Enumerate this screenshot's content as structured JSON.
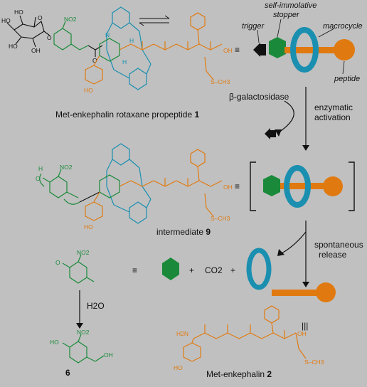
{
  "colors": {
    "background": "#c0c0c0",
    "sugar": "#111111",
    "linker": "#1a8a3a",
    "macrocycle": "#1a8fb0",
    "peptide": "#e07a10",
    "trigger": "#111111"
  },
  "top": {
    "caption": "Met-enkephalin rotaxane propeptide",
    "caption_num": "1",
    "sugar_atoms": {
      "ho1": "HO",
      "oh2": "OH",
      "ho3": "HO",
      "ho4": "HO",
      "o_ring": "O",
      "o_link": "O"
    },
    "no2": "NO2",
    "oh_acid": "OH",
    "sch3": "S–CH3",
    "ho_phenol": "HO",
    "n_atom": "N",
    "h_atom": "H",
    "o_atom": "O"
  },
  "schematic": {
    "trigger": "trigger",
    "stopper_line1": "self-immolative",
    "stopper_line2": "stopper",
    "macrocycle": "macrocycle",
    "peptide": "peptide",
    "equiv": "≡"
  },
  "arrows": {
    "enzyme": "β-galactosidase",
    "activation_line1": "enzymatic",
    "activation_line2": "activation",
    "release_line1": "spontaneous",
    "release_line2": "release"
  },
  "middle": {
    "caption": "intermediate",
    "caption_num": "9",
    "h": "H",
    "o": "O"
  },
  "bottom": {
    "quinone_o": "O",
    "plus1": "+",
    "co2": "CO2",
    "plus2": "+",
    "h2o": "H2O",
    "product_label": "6",
    "ho": "HO",
    "oh": "OH",
    "no2": "NO2",
    "met_caption": "Met-enkephalin",
    "met_num": "2",
    "h2n": "H2N",
    "sch3": "S–CH3",
    "equiv_vertical": "|||"
  }
}
